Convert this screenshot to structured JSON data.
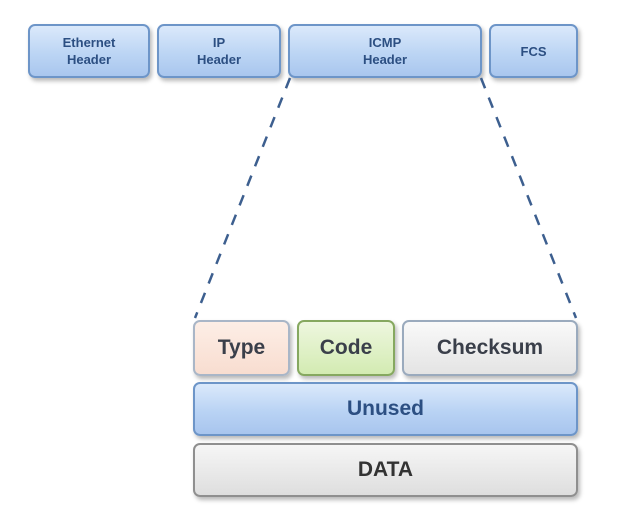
{
  "frame": {
    "ethernet_header": "Ethernet\nHeader",
    "ip_header": "IP\nHeader",
    "icmp_header": "ICMP\nHeader",
    "fcs": "FCS"
  },
  "icmp_fields": {
    "type": "Type",
    "code": "Code",
    "checksum": "Checksum",
    "unused": "Unused",
    "data": "DATA"
  }
}
